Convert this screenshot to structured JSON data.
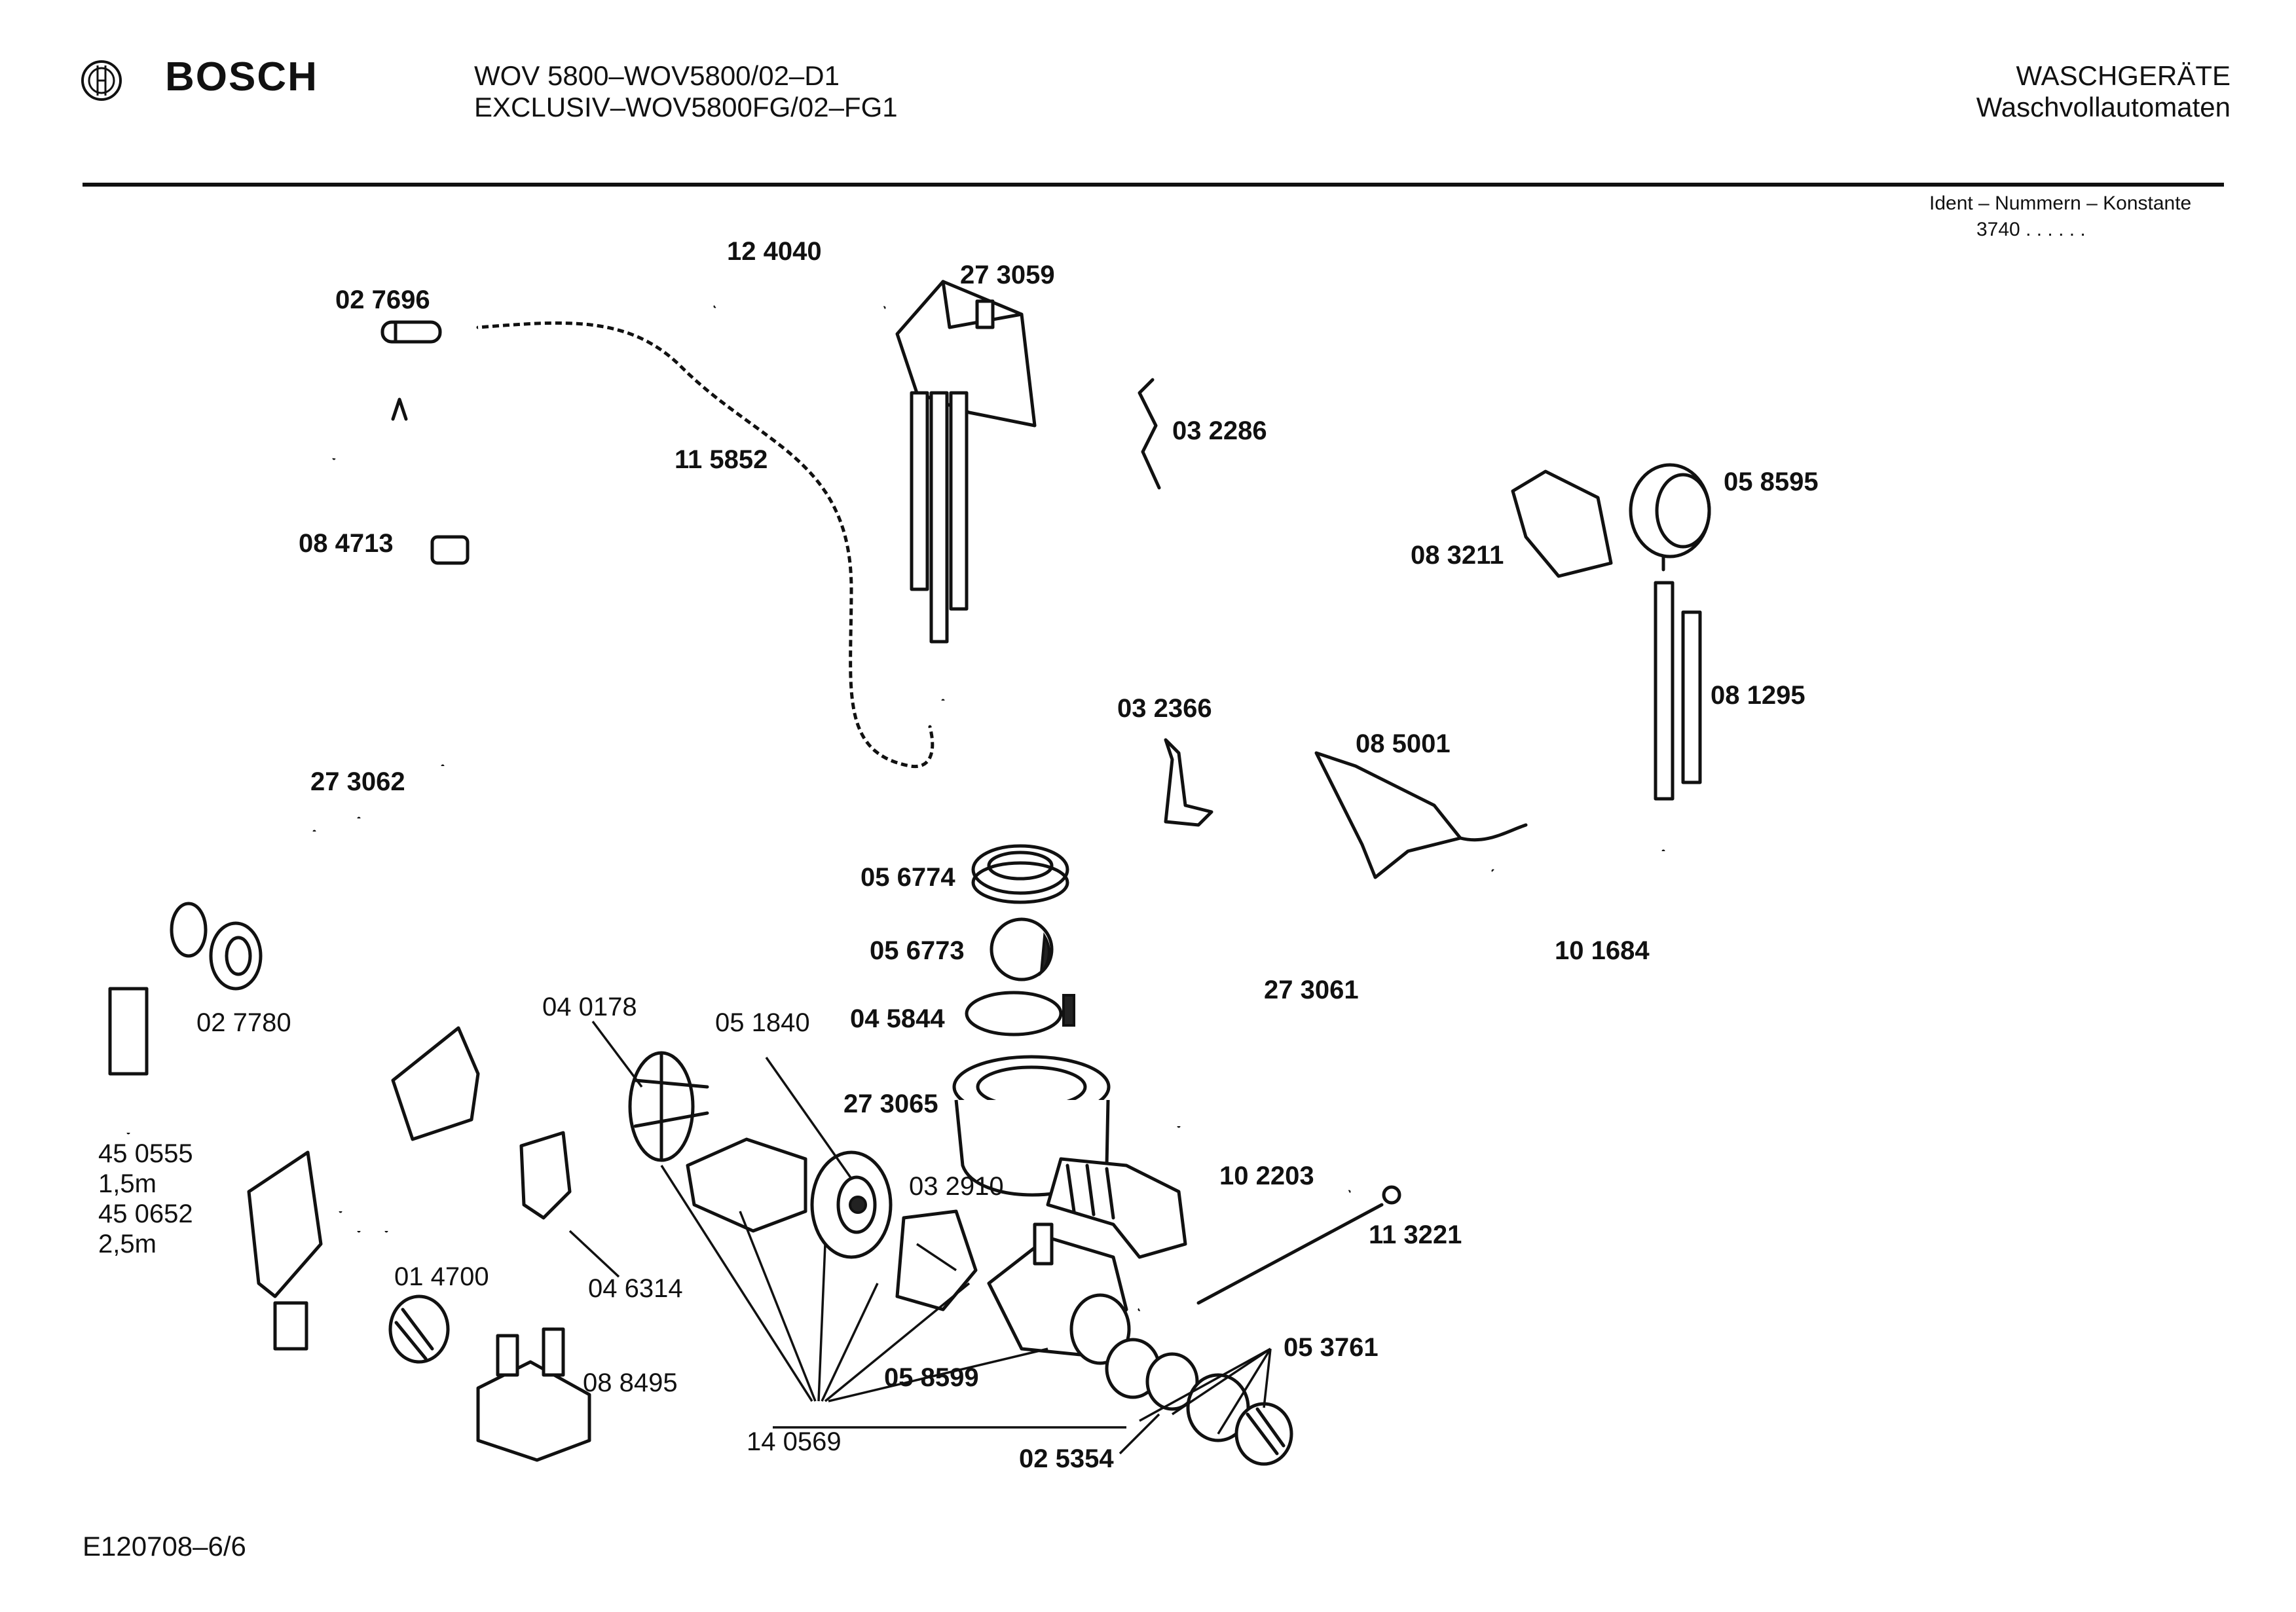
{
  "header": {
    "brand": "BOSCH",
    "model_line1": "WOV 5800–WOV5800/02–D1",
    "model_line2": "EXCLUSIV–WOV5800FG/02–FG1",
    "category_line1": "WASCHGERÄTE",
    "category_line2": "Waschvollautomaten",
    "ident_label": "Ident – Nummern – Konstante",
    "ident_value": "3740  .  .   .  .  .  ."
  },
  "footer": {
    "doc_id": "E120708–6/6"
  },
  "parts": {
    "p124040": "12 4040",
    "p273059": "27 3059",
    "p027696": "02 7696",
    "p032286": "03 2286",
    "p115852": "11 5852",
    "p058595": "05 8595",
    "p084713": "08 4713",
    "p083211": "08 3211",
    "p081295": "08 1295",
    "p032366": "03 2366",
    "p085001": "08 5001",
    "p273062": "27 3062",
    "p056774": "05 6774",
    "p027780": "02 7780",
    "p056773": "05 6773",
    "p101684": "10 1684",
    "p273061": "27 3061",
    "p040178": "04 0178",
    "p051840": "05 1840",
    "p045844": "04 5844",
    "p450555": "45 0555",
    "len15": "1,5m",
    "p450652": "45 0652",
    "len25": "2,5m",
    "p273065": "27 3065",
    "p102203": "10 2203",
    "p032910": "03 2910",
    "p113221": "11 3221",
    "p014700": "01 4700",
    "p046314": "04 6314",
    "p053761": "05 3761",
    "p058599": "05 8599",
    "p088495": "08 8495",
    "p140569": "14 0569",
    "p025354": "02 5354"
  }
}
